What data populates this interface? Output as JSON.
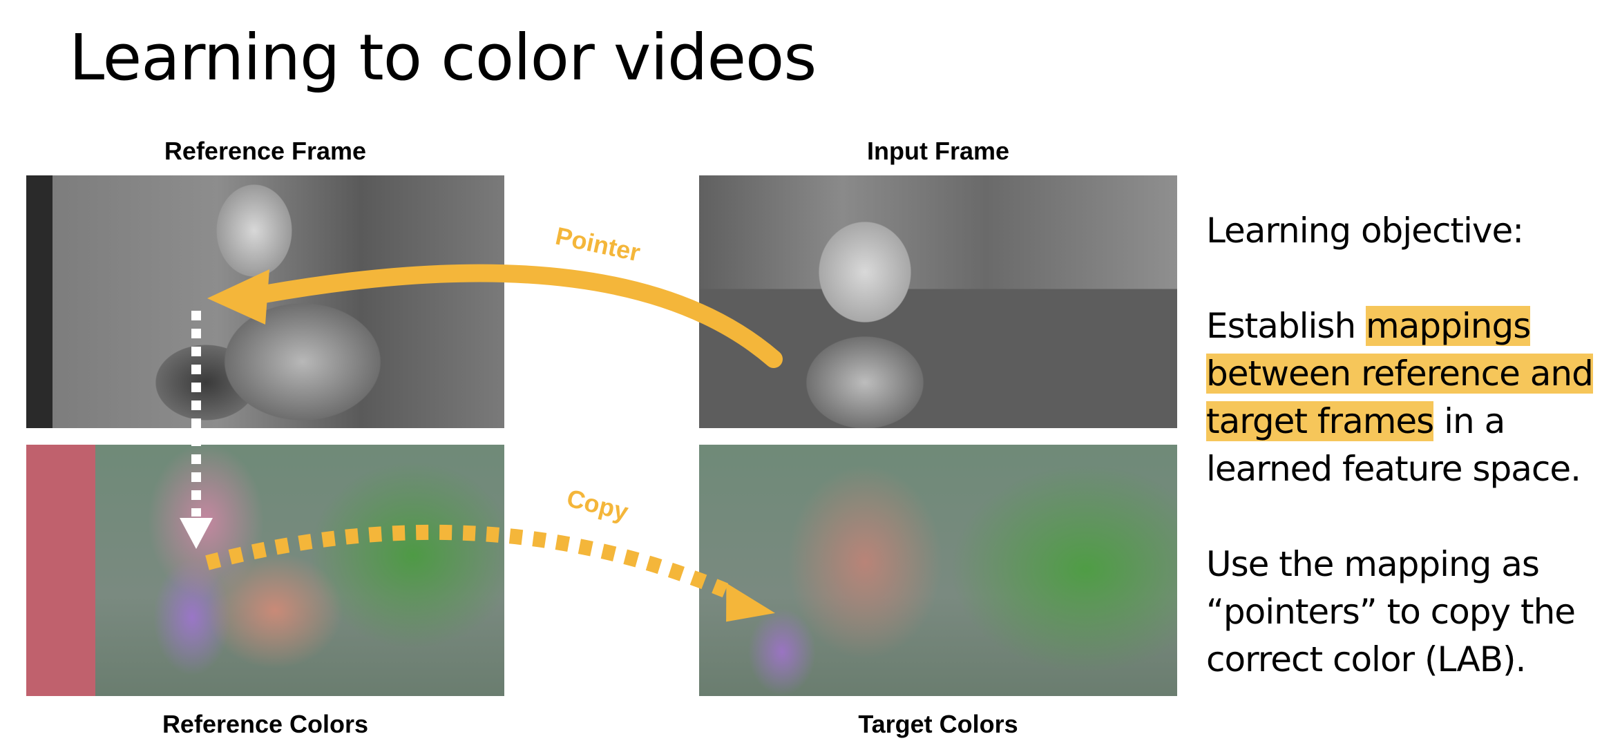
{
  "slide": {
    "title": "Learning to color videos"
  },
  "figure": {
    "captions": {
      "reference_frame": "Reference Frame",
      "input_frame": "Input Frame",
      "reference_colors": "Reference Colors",
      "target_colors": "Target Colors"
    },
    "arrow_labels": {
      "pointer": "Pointer",
      "copy": "Copy"
    },
    "arrow_color": "#f4b63a"
  },
  "side_text": {
    "heading": "Learning objective:",
    "p1_prefix": "Establish ",
    "p1_highlight_1": "mappings",
    "p1_highlight_2": "between reference and",
    "p1_highlight_3": "target frames",
    "p1_suffix_1": " in a",
    "p1_suffix_2": "learned feature space.",
    "p2_line_1": "Use the mapping as",
    "p2_line_2": "“pointers” to copy the",
    "p2_line_3": "correct color (LAB).",
    "highlight_color": "#f6c65a"
  }
}
